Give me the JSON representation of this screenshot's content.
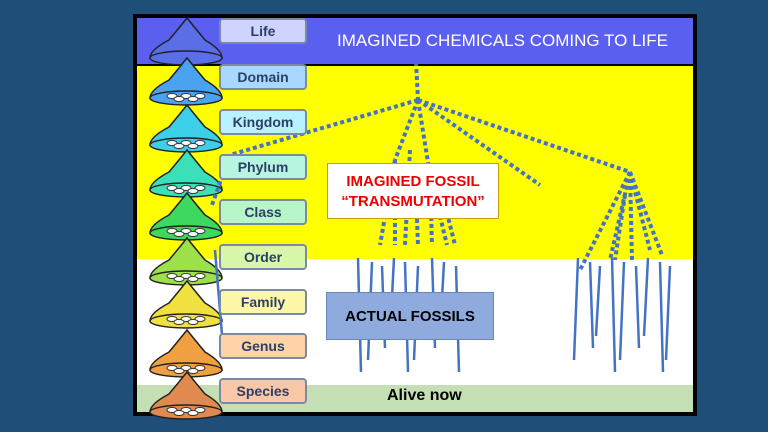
{
  "title": "IMAGINED CHEMICALS COMING TO LIFE",
  "imagined_box": {
    "line1": "IMAGINED FOSSIL",
    "line2": "“TRANSMUTATION”"
  },
  "actual_box": "ACTUAL FOSSILS",
  "bottom_label": "Alive now",
  "taxonomy": [
    {
      "label": "Life",
      "color": "#cfd3ff"
    },
    {
      "label": "Domain",
      "color": "#a8d8ff"
    },
    {
      "label": "Kingdom",
      "color": "#b8f2ff"
    },
    {
      "label": "Phylum",
      "color": "#b8f5e0"
    },
    {
      "label": "Class",
      "color": "#b8f5c8"
    },
    {
      "label": "Order",
      "color": "#d8f7a8"
    },
    {
      "label": "Family",
      "color": "#fff7a8"
    },
    {
      "label": "Genus",
      "color": "#ffd2a8"
    },
    {
      "label": "Species",
      "color": "#f7c7a8"
    }
  ],
  "colors": {
    "background": "#1f4e79",
    "life_band": "#5b5ff0",
    "imagined_band": "#ffff00",
    "fossil_band": "#ffffff",
    "alive_band": "#c5dfb4",
    "tree_lines": "#4472c4",
    "cone_colors": [
      "#5a6ee8",
      "#4aa3f0",
      "#3ccfe8",
      "#3ce0b8",
      "#3cd860",
      "#9ce04a",
      "#f0e040",
      "#f0a040",
      "#e08a50"
    ]
  }
}
